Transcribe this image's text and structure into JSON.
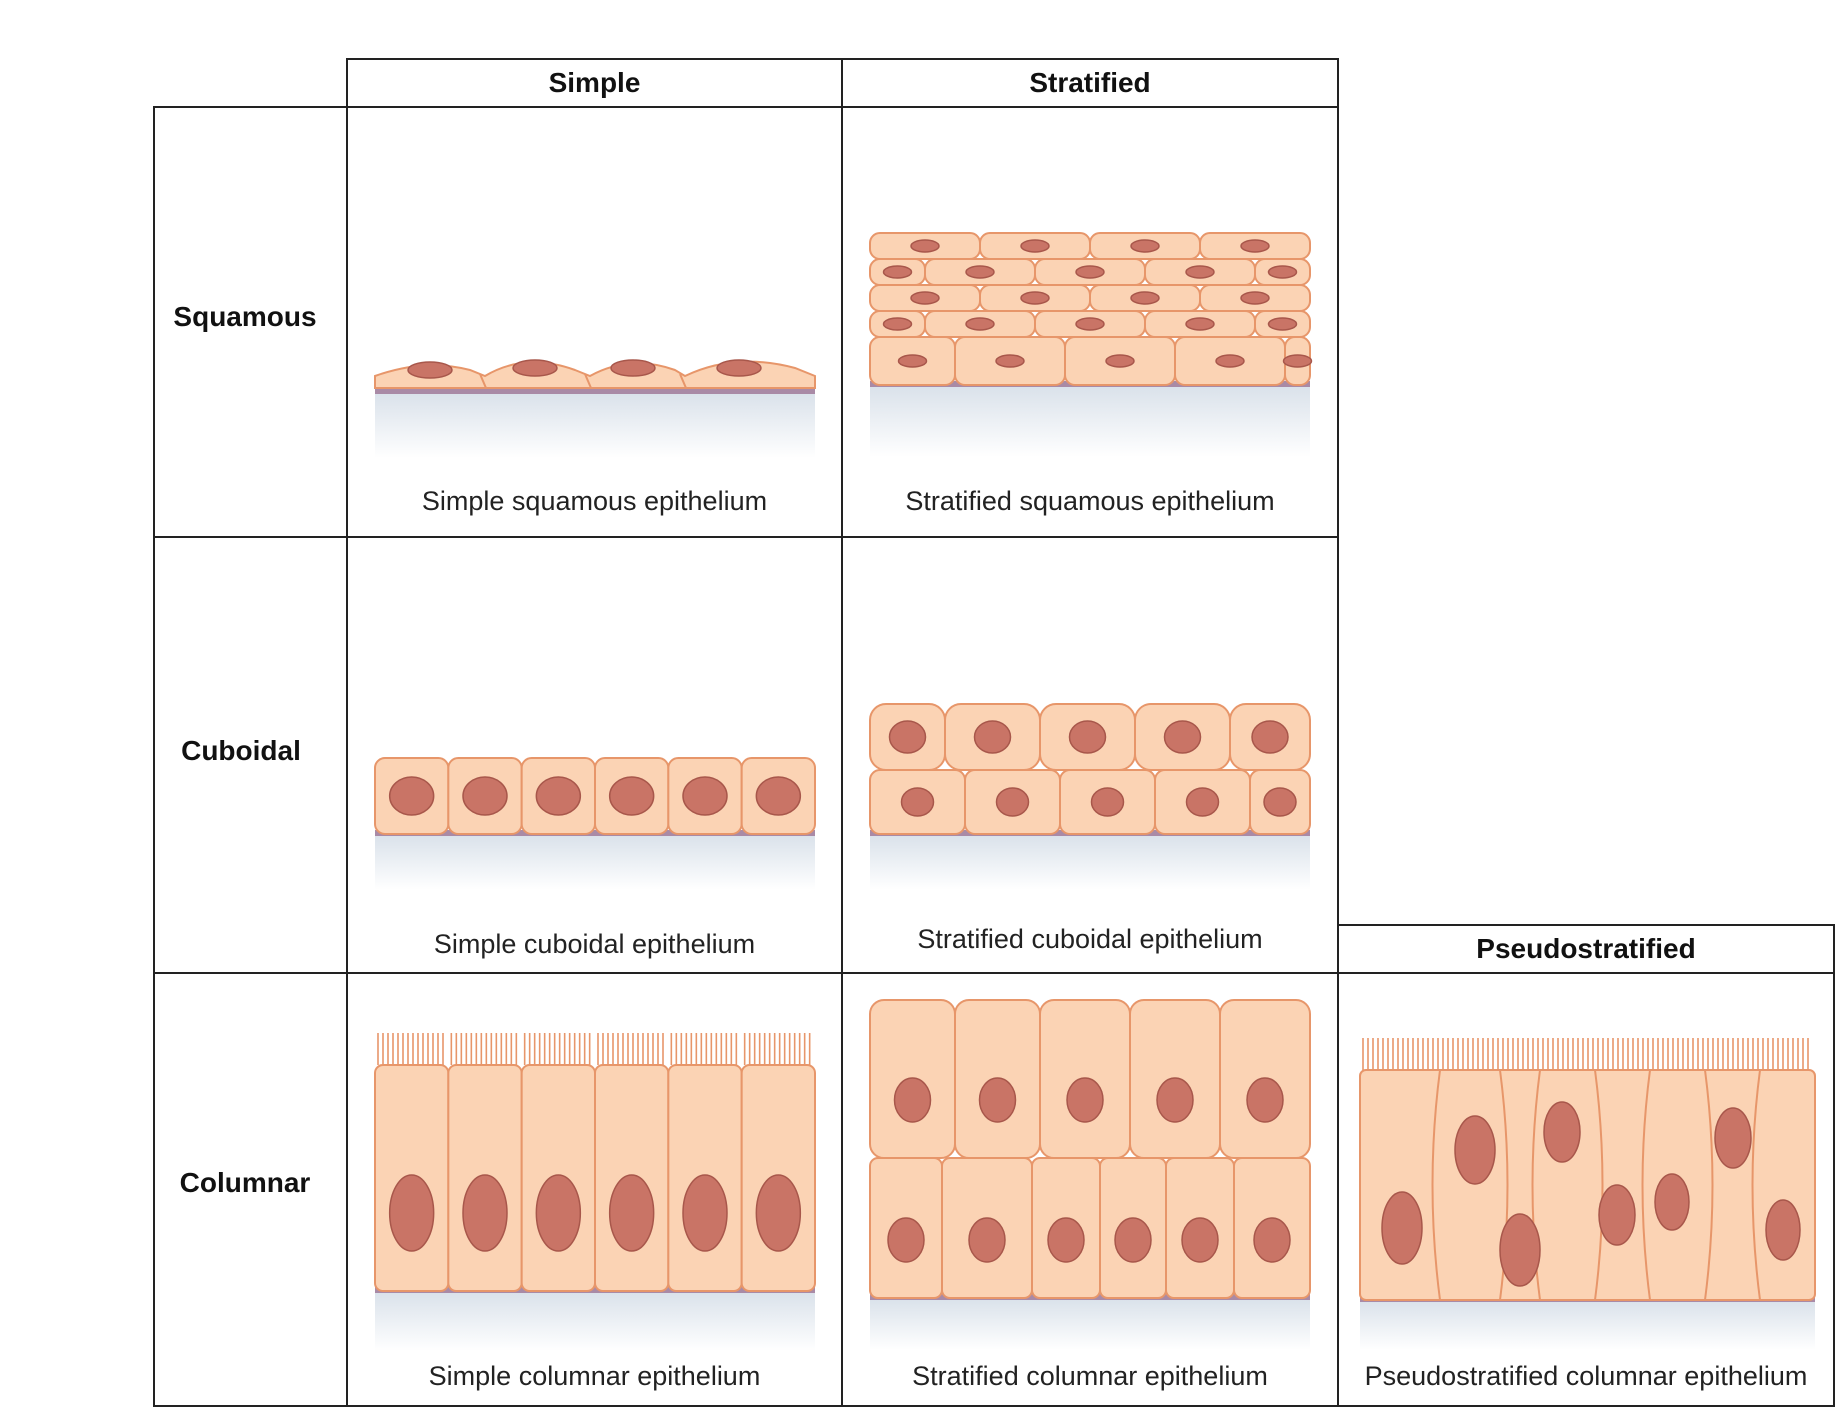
{
  "columns": {
    "simple": "Simple",
    "stratified": "Stratified",
    "pseudostratified": "Pseudostratified"
  },
  "rows": {
    "squamous": "Squamous",
    "cuboidal": "Cuboidal",
    "columnar": "Columnar"
  },
  "captions": {
    "simple_squamous": "Simple squamous epithelium",
    "stratified_squamous": "Stratified squamous epithelium",
    "simple_cuboidal": "Simple cuboidal epithelium",
    "stratified_cuboidal": "Stratified cuboidal epithelium",
    "simple_columnar": "Simple columnar epithelium",
    "stratified_columnar": "Stratified columnar epithelium",
    "pseudostratified_columnar": "Pseudostratified columnar epithelium"
  },
  "colors": {
    "cell_fill": "#fbd3b4",
    "cell_edge": "#e7966a",
    "nucleus": "#c97466",
    "nucleus_edge": "#a8574b",
    "basement": "#a98aa6",
    "connective": "#d9e1ea",
    "grid": "#222222"
  }
}
